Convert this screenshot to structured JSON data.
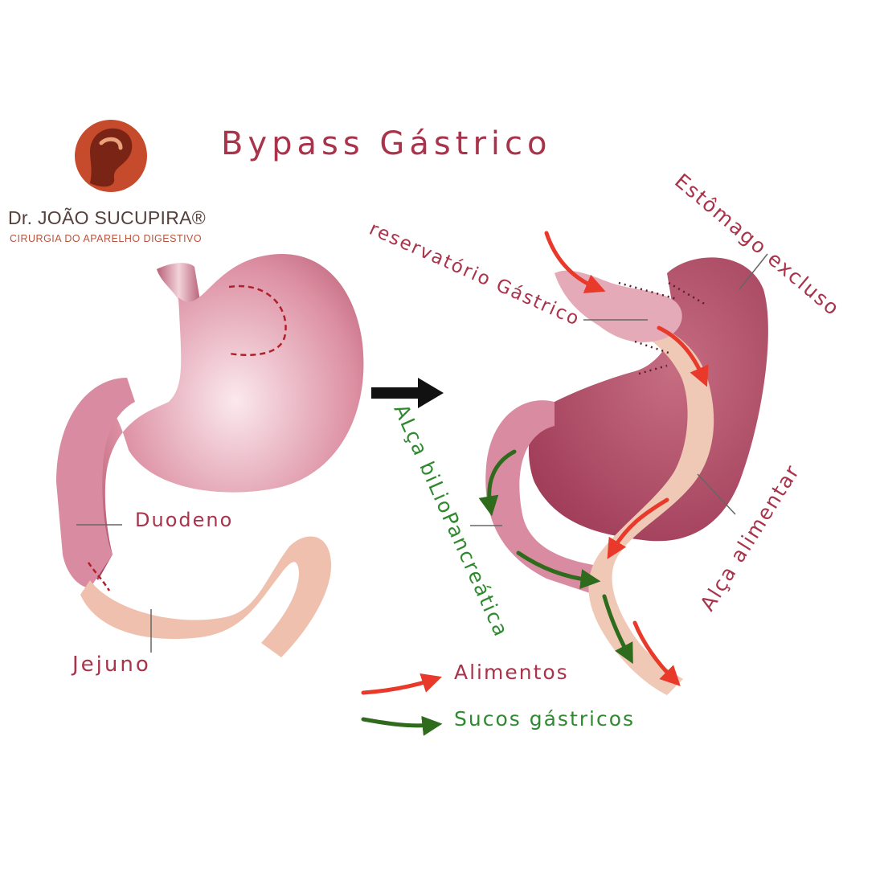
{
  "logo": {
    "name": "Dr. JOÃO SUCUPIRA®",
    "subtitle": "CIRURGIA DO APARELHO DIGESTIVO",
    "colors": {
      "outer": "#c64a2c",
      "inner": "#7a2416"
    }
  },
  "title": "Bypass Gástrico",
  "labels": {
    "duodeno": "Duodeno",
    "jejuno": "Jejuno",
    "reservatorio": "reservatório Gástrico",
    "estomago_excluso": "Estômago excluso",
    "alca_biliopancreatica": "ALça biLioPancreática",
    "alca_alimentar": "Alça alimentar"
  },
  "legend": {
    "alimentos": "Alimentos",
    "sucos": "Sucos gástricos"
  },
  "colors": {
    "food_arrow": "#e8392a",
    "juice_arrow": "#2e6b1d",
    "label_red": "#a8334a",
    "label_green": "#2f8a2f",
    "stomach": "#c2667c",
    "intestine": "#efc3b0"
  }
}
